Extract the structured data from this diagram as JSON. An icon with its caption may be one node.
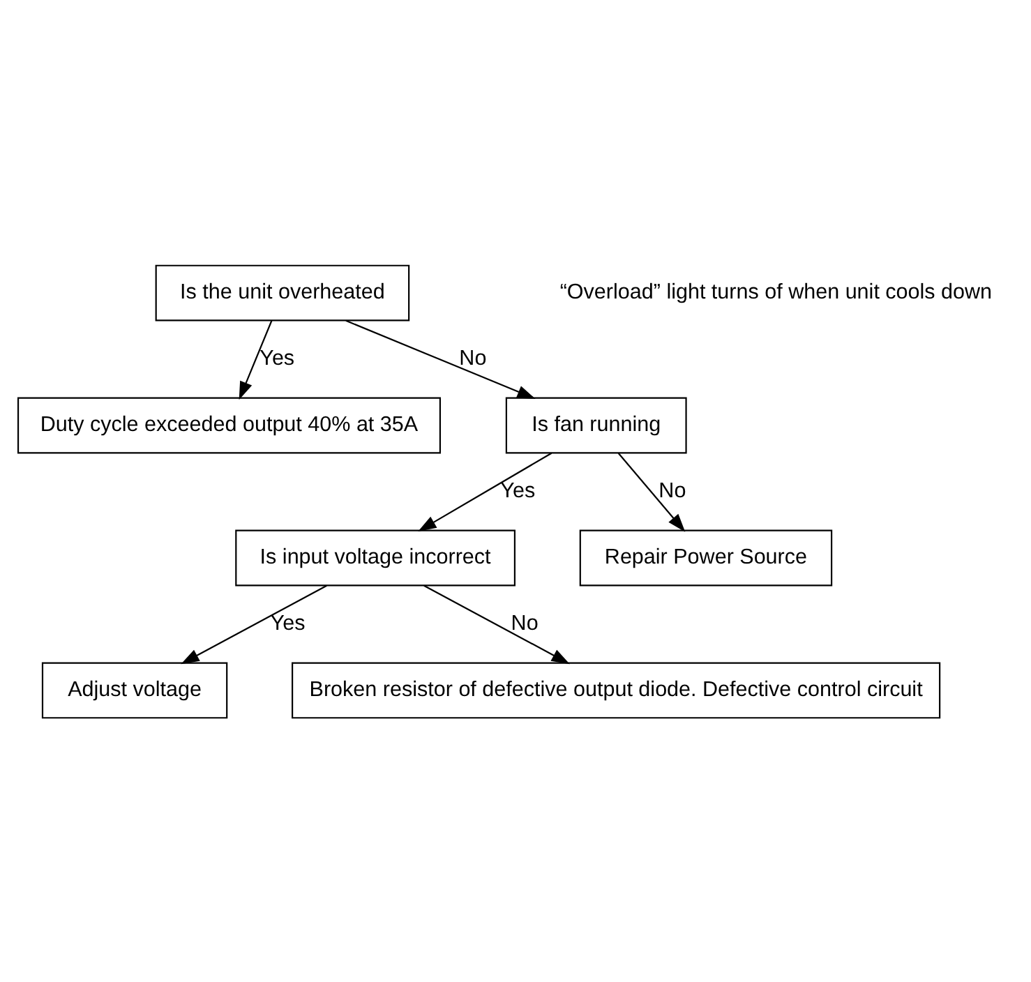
{
  "diagram": {
    "nodes": [
      {
        "text": [
          "Is the unit overheated"
        ]
      },
      {
        "text": [
          "Duty cycle exceeded output 40% at 35A"
        ]
      },
      {
        "text": [
          "Is fan running"
        ]
      },
      {
        "text": [
          "Is input voltage incorrect"
        ]
      },
      {
        "text": [
          "Repair Power Source"
        ]
      },
      {
        "text": [
          "Adjust voltage"
        ]
      },
      {
        "text": [
          "Broken resistor of defective output diode. Defective control circuit"
        ]
      }
    ],
    "edges": [
      {
        "from": 0,
        "to": 1,
        "arrow": "to",
        "label": "Yes"
      },
      {
        "from": 0,
        "to": 2,
        "arrow": "to",
        "label": "No"
      },
      {
        "from": 2,
        "to": 3,
        "arrow": "to",
        "label": "Yes"
      },
      {
        "from": 2,
        "to": 4,
        "arrow": "to",
        "label": "No"
      },
      {
        "from": 3,
        "to": 5,
        "arrow": "to",
        "label": "Yes"
      },
      {
        "from": 3,
        "to": 6,
        "arrow": "to",
        "label": "No"
      }
    ],
    "labels": [
      "“Overload” light turns of when unit cools down"
    ]
  }
}
